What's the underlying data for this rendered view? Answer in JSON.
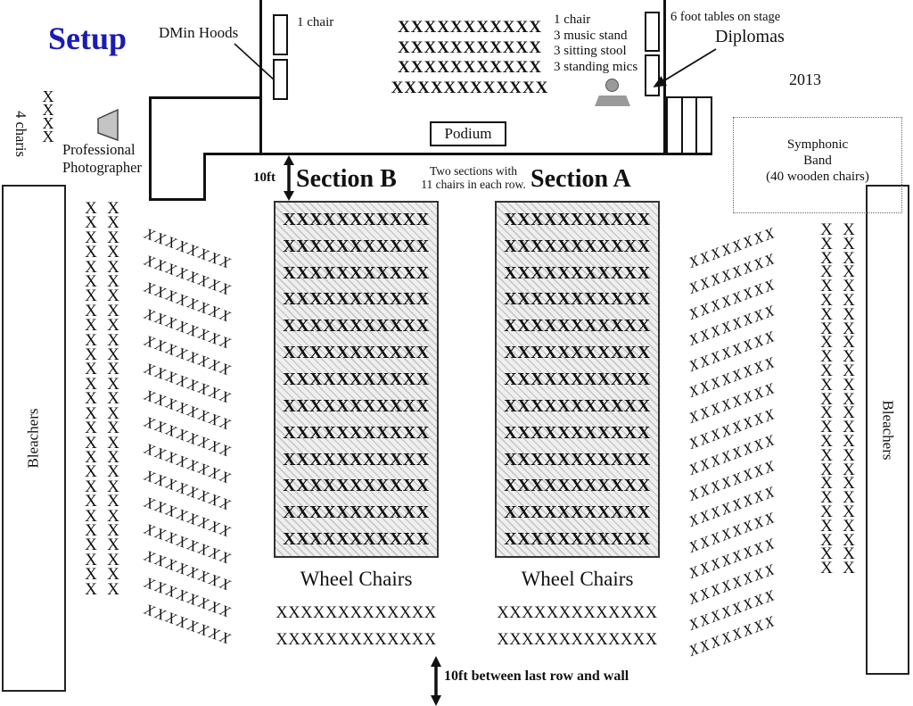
{
  "title": "Setup",
  "accent_color": "#1b1bb3",
  "stage": {
    "dmin_hoods_label": "DMin Hoods",
    "one_chair_left_label": "1 chair",
    "performer_rows": [
      "XXXXXXXXXXX",
      "XXXXXXXXXXX",
      "XXXXXXXXXXX",
      "XXXXXXXXXXXX"
    ],
    "equipment_list": [
      "1 chair",
      "3 music stand",
      "3 sitting stool",
      "3 standing mics"
    ],
    "six_foot_tables_label": "6 foot tables on stage",
    "diplomas_label": "Diplomas",
    "podium_label": "Podium",
    "year": "2013"
  },
  "left_area": {
    "four_chairs_x": "XXXX",
    "four_chairs_label": "4 charis",
    "photographer_line1": "Professional",
    "photographer_line2": "Photographer"
  },
  "gap_label": "10ft",
  "sections": {
    "note_line1": "Two sections with",
    "note_line2": "11 chairs in each row.",
    "section_b": {
      "title": "Section B",
      "rows": [
        "XXXXXXXXXXX",
        "XXXXXXXXXXX",
        "XXXXXXXXXXX",
        "XXXXXXXXXXX",
        "XXXXXXXXXXX",
        "XXXXXXXXXXX",
        "XXXXXXXXXXX",
        "XXXXXXXXXXX",
        "XXXXXXXXXXX",
        "XXXXXXXXXXX",
        "XXXXXXXXXXX",
        "XXXXXXXXXXX",
        "XXXXXXXXXXX"
      ],
      "wheel_label": "Wheel Chairs",
      "wheel_rows": [
        "XXXXXXXXXXXXX",
        "XXXXXXXXXXXXX"
      ]
    },
    "section_a": {
      "title": "Section A",
      "rows": [
        "XXXXXXXXXXX",
        "XXXXXXXXXXX",
        "XXXXXXXXXXX",
        "XXXXXXXXXXX",
        "XXXXXXXXXXX",
        "XXXXXXXXXXX",
        "XXXXXXXXXXX",
        "XXXXXXXXXXX",
        "XXXXXXXXXXX",
        "XXXXXXXXXXX",
        "XXXXXXXXXXX",
        "XXXXXXXXXXX",
        "XXXXXXXXXXX"
      ],
      "wheel_label": "Wheel Chairs",
      "wheel_rows": [
        "XXXXXXXXXXXXX",
        "XXXXXXXXXXXXX"
      ]
    }
  },
  "bleachers": {
    "left_label": "Bleachers",
    "right_label": "Bleachers",
    "left_chain_1": "XXXXXXXXXXXXXXXXXXXXXXXXXXX",
    "left_chain_2": "XXXXXXXXXXXXXXXXXXXXXXXXXXX",
    "right_chain_1": "XXXXXXXXXXXXXXXXXXXXXXXXX",
    "right_chain_2": "XXXXXXXXXXXXXXXXXXXXXXXXX",
    "left_diagonal_rows": [
      "XXXXXXXX",
      "XXXXXXXX",
      "XXXXXXXX",
      "XXXXXXXX",
      "XXXXXXXX",
      "XXXXXXXX",
      "XXXXXXXX",
      "XXXXXXXX",
      "XXXXXXXX",
      "XXXXXXXX",
      "XXXXXXXX",
      "XXXXXXXX",
      "XXXXXXXX",
      "XXXXXXXX",
      "XXXXXXXX"
    ],
    "right_diagonal_rows": [
      "XXXXXXXX",
      "XXXXXXXX",
      "XXXXXXXX",
      "XXXXXXXX",
      "XXXXXXXX",
      "XXXXXXXX",
      "XXXXXXXX",
      "XXXXXXXX",
      "XXXXXXXX",
      "XXXXXXXX",
      "XXXXXXXX",
      "XXXXXXXX",
      "XXXXXXXX",
      "XXXXXXXX",
      "XXXXXXXX",
      "XXXXXXXX"
    ]
  },
  "symphonic": {
    "line1": "Symphonic",
    "line2": "Band",
    "line3": "(40 wooden chairs)"
  },
  "bottom_note": "10ft between last row and wall"
}
